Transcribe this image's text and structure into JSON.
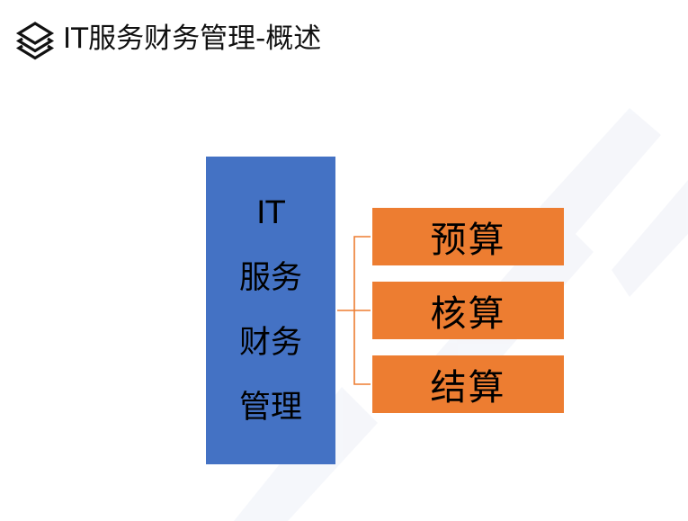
{
  "header": {
    "icon": "layers-icon",
    "title": "IT服务财务管理-概述"
  },
  "diagram": {
    "main": {
      "lines": [
        "IT",
        "服务",
        "财务",
        "管理"
      ],
      "color": "#4472C4"
    },
    "children": [
      {
        "label": "预算"
      },
      {
        "label": "核算"
      },
      {
        "label": "结算"
      }
    ],
    "child_color": "#ED7D31",
    "connector_color": "#ED7D31"
  }
}
